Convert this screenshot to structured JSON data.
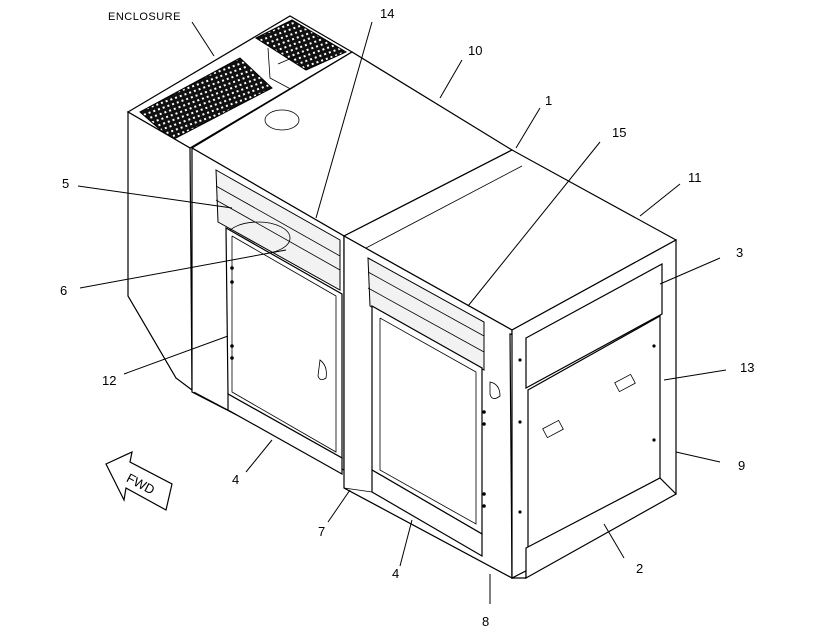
{
  "title_label": "ENCLOSURE",
  "fwd_label": "FWD",
  "callouts": {
    "c1": "1",
    "c2": "2",
    "c3": "3",
    "c4a": "4",
    "c4b": "4",
    "c5": "5",
    "c6": "6",
    "c7": "7",
    "c8": "8",
    "c9": "9",
    "c10": "10",
    "c11": "11",
    "c12": "12",
    "c13": "13",
    "c14": "14",
    "c15": "15"
  }
}
